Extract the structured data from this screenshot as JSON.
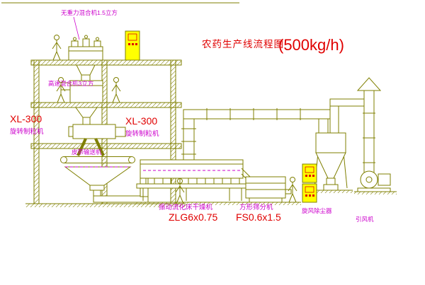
{
  "title": {
    "main": "农药生产线流程图",
    "capacity": "(500kg/h)"
  },
  "labels": {
    "gravity_mixer": "无重力混合机1.5立方",
    "high_speed_mixer": "高速混合机3立方",
    "granulator_left_model": "XL-300",
    "granulator_left_name": "旋转制粒机",
    "granulator_mid_model": "XL-300",
    "granulator_mid_name": "旋转制粒机",
    "belt_conveyor": "皮带输送机",
    "fluid_bed_dryer": "振动流化床干燥机",
    "fluid_bed_dryer_model": "ZLG6x0.75",
    "square_sifter": "方形筛分机",
    "square_sifter_model": "FS0.6x1.5",
    "cyclone": "旋风除尘器",
    "fan": "引风机"
  },
  "colors": {
    "line": "#7f7f00",
    "magenta": "#cc00cc",
    "red": "#e00000",
    "cabinet_fill": "#ffff00",
    "background": "#ffffff"
  }
}
